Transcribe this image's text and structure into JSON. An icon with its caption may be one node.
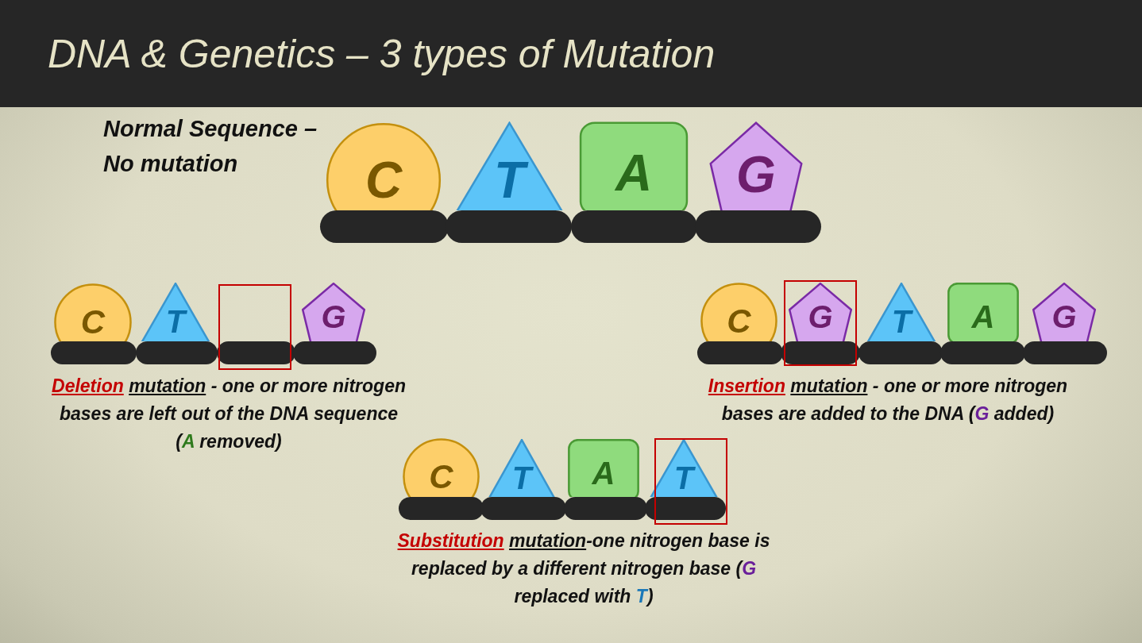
{
  "diagram": {
    "title": "DNA & Genetics – 3 types of Mutation",
    "nodes": [
      {
        "text": [
          "C"
        ]
      },
      {
        "text": [
          "T"
        ]
      },
      {
        "text": [
          "A"
        ]
      },
      {
        "text": [
          "G"
        ]
      },
      {
        "text": [
          "C"
        ]
      },
      {
        "text": [
          "T"
        ]
      },
      {
        "text": [
          "G"
        ]
      },
      {
        "text": [
          "C"
        ]
      },
      {
        "text": [
          "G"
        ]
      },
      {
        "text": [
          "T"
        ]
      },
      {
        "text": [
          "A"
        ]
      },
      {
        "text": [
          "G"
        ]
      },
      {
        "text": [
          "C"
        ]
      },
      {
        "text": [
          "T"
        ]
      },
      {
        "text": [
          "A"
        ]
      },
      {
        "text": [
          "T"
        ]
      }
    ],
    "labels": [
      "Normal Sequence – No mutation",
      "**Deletion** *mutation* - one or more nitrogen bases are left out of the DNA sequence (*A* removed)",
      "**Insertion** *mutation* - one or more nitrogen bases are added to the DNA (*G* added)",
      "**Substitution** *mutation*-one nitrogen base is replaced by a different nitrogen base (*G* replaced with *T*)"
    ]
  }
}
